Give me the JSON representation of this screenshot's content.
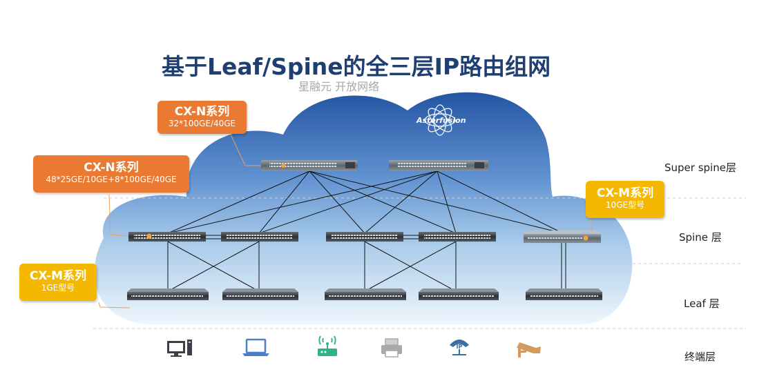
{
  "header": {
    "title": "基于Leaf/Spine的全三层IP路由组网",
    "subtitle": "星融元 开放网络"
  },
  "brand": {
    "name": "Asterfusion"
  },
  "tags": {
    "super_spine": {
      "series": "CX-N系列",
      "spec": "32*100GE/40GE"
    },
    "spine_n": {
      "series": "CX-N系列",
      "spec": "48*25GE/10GE+8*100GE/40GE"
    },
    "spine_m": {
      "series": "CX-M系列",
      "spec": "10GE型号"
    },
    "leaf_m": {
      "series": "CX-M系列",
      "spec": "1GE型号"
    }
  },
  "layers": {
    "super_spine": "Super spine层",
    "spine": "Spine 层",
    "leaf": "Leaf 层",
    "terminal": "终端层"
  },
  "terminal_devices": [
    {
      "icon": "desktop-computer-icon"
    },
    {
      "icon": "laptop-icon"
    },
    {
      "icon": "wireless-router-icon"
    },
    {
      "icon": "printer-icon"
    },
    {
      "icon": "ip-phone-icon"
    },
    {
      "icon": "security-camera-icon"
    }
  ],
  "colors": {
    "title": "#1f3f73",
    "orange_tag": "#ea7a31",
    "yellow_tag": "#f5b800",
    "cloud_top": "#2b5aa6",
    "cloud_bottom": "#e8f2fb",
    "wifi_green": "#2fb38c",
    "printer_gray": "#a9a9a9",
    "phone_blue": "#3b6f9e",
    "camera_tan": "#d39a60"
  }
}
